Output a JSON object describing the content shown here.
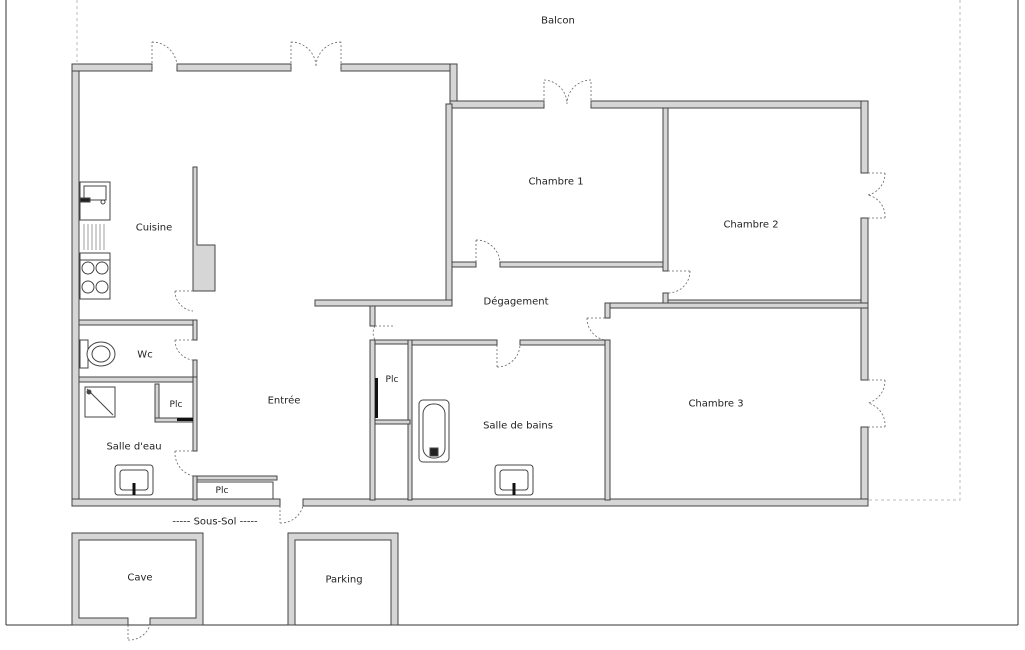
{
  "plan": {
    "outdoor": {
      "balcony": "Balcon",
      "basement": "----- Sous-Sol -----"
    },
    "rooms": {
      "cuisine": "Cuisine",
      "chambre1": "Chambre 1",
      "chambre2": "Chambre 2",
      "chambre3": "Chambre 3",
      "degagement": "Dégagement",
      "wc": "Wc",
      "salle_eau": "Salle d'eau",
      "entree": "Entrée",
      "salle_bains": "Salle de bains",
      "placard_entree": "Plc",
      "placard_salle_eau": "Plc",
      "placard_bas": "Plc",
      "cave": "Cave",
      "parking": "Parking"
    }
  }
}
